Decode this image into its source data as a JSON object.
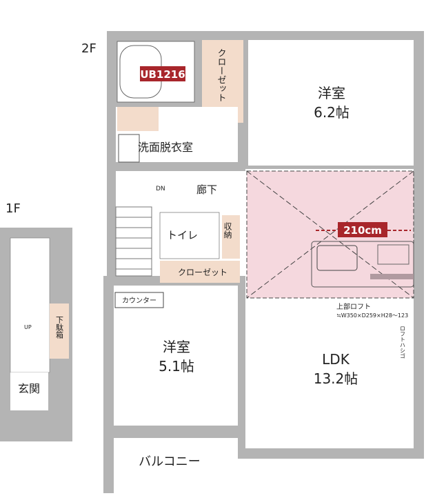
{
  "floors": {
    "second": "2F",
    "first": "1F"
  },
  "rooms": {
    "bath": "UB1216",
    "closet_top": "クローゼット",
    "washroom": "洗面脱衣室",
    "western_room_a_name": "洋室",
    "western_room_a_size": "6.2帖",
    "hallway": "廊下",
    "down": "DN",
    "toilet": "トイレ",
    "storage": "収納",
    "closet_mid": "クローゼット",
    "counter": "カウンター",
    "western_room_b_name": "洋室",
    "western_room_b_size": "5.1帖",
    "ldk_name": "LDK",
    "ldk_size": "13.2帖",
    "balcony": "バルコニー",
    "entrance": "玄関",
    "shoe_box": "下駄箱",
    "up": "UP"
  },
  "loft": {
    "width_badge": "210cm",
    "label": "上部ロフト",
    "dims": "≒W350×D259×H28～123",
    "ladder": "ロフトハシゴ"
  },
  "colors": {
    "wall": "#b4b4b4",
    "closet": "#f3dccb",
    "loft": "#f5d8de",
    "badge": "#a8262b"
  }
}
